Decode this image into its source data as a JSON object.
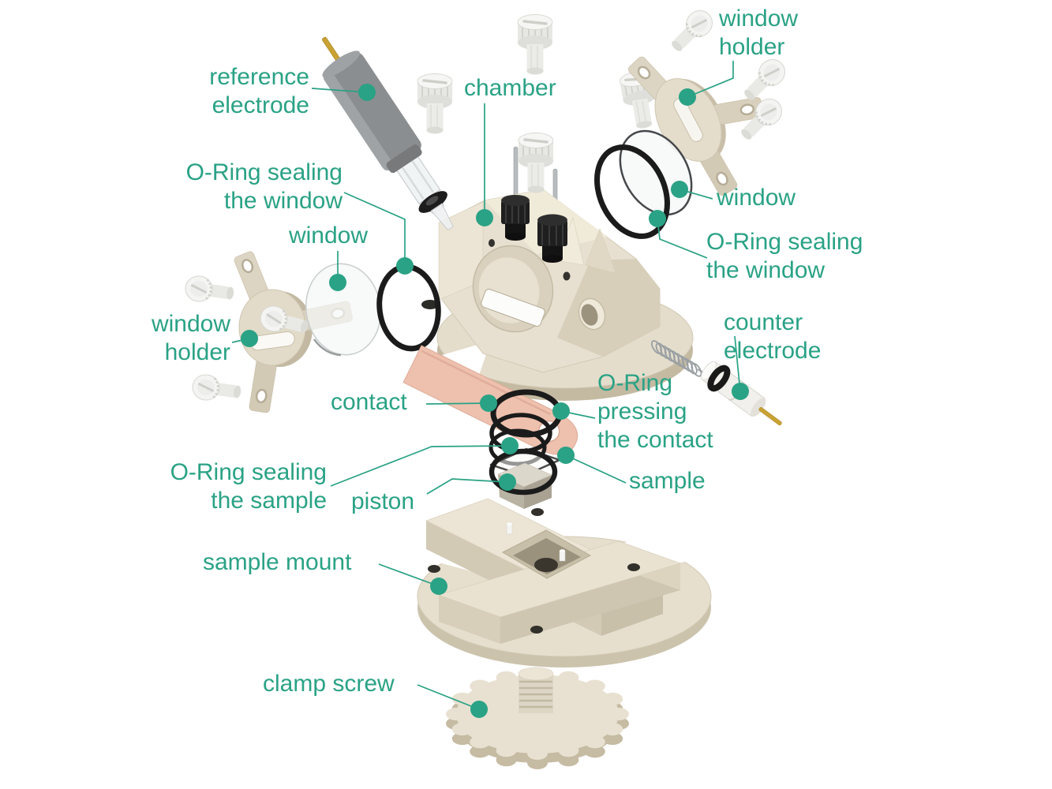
{
  "labels": {
    "reference_electrode": {
      "line1": "reference",
      "line2": "electrode"
    },
    "oring_window_left": {
      "line1": "O-Ring sealing",
      "line2": "the window"
    },
    "window_left": {
      "text": "window"
    },
    "window_holder_left": {
      "line1": "window",
      "line2": "holder"
    },
    "chamber": {
      "text": "chamber"
    },
    "window_holder_right": {
      "line1": "window",
      "line2": "holder"
    },
    "window_right": {
      "text": "window"
    },
    "oring_window_right": {
      "line1": "O-Ring sealing",
      "line2": "the window"
    },
    "counter_electrode": {
      "line1": "counter",
      "line2": "electrode"
    },
    "contact": {
      "text": "contact"
    },
    "oring_pressing_contact": {
      "line1": "O-Ring",
      "line2": "pressing",
      "line3": "the contact"
    },
    "sample": {
      "text": "sample"
    },
    "oring_sealing_sample": {
      "line1": "O-Ring sealing",
      "line2": "the sample"
    },
    "piston": {
      "text": "piston"
    },
    "sample_mount": {
      "text": "sample mount"
    },
    "clamp_screw": {
      "text": "clamp screw"
    }
  },
  "colors": {
    "accent": "#2aa285",
    "body_beige": "#e7e0d0",
    "body_shadow": "#cfc6b0",
    "oring_black": "#1b1b1b",
    "copper_contact": "#eec0ae",
    "steel": "#b9bcbe",
    "gold_pin": "#c8a233",
    "electrode_gray": "#8b8e90",
    "white_plastic": "#f2f2f0"
  }
}
